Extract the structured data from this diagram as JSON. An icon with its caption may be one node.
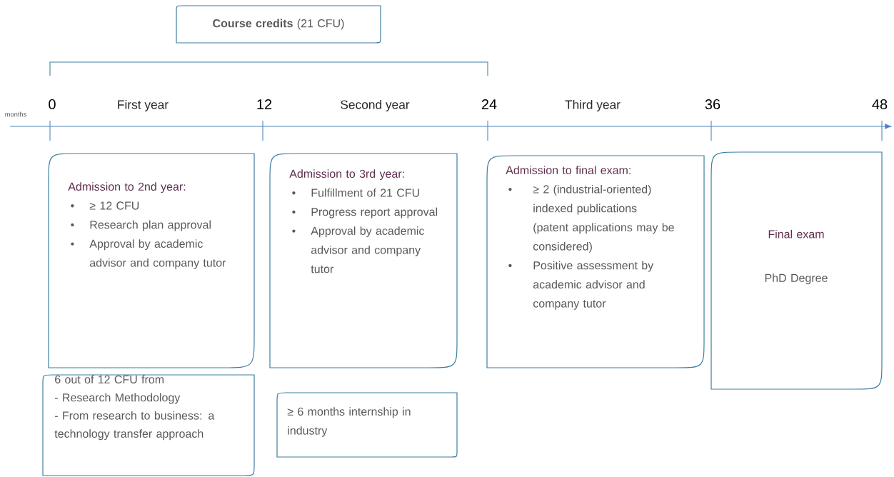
{
  "diagram": {
    "nodes": [
      {
        "text": [
          "**Course credits** (21 CFU)"
        ]
      },
      {
        "text": [
          "Admission to 2nd year:",
          "≥ 12 CFU",
          "Research plan approval",
          "Approval by academic advisor and company tutor"
        ]
      },
      {
        "text": [
          "Admission to 3rd year:",
          "Fulfillment of 21 CFU",
          "Progress report approval",
          "Approval by academic advisor and company tutor"
        ]
      },
      {
        "text": [
          "Admission to final exam:",
          "≥ 2 (industrial-oriented) indexed publications (patent applications may be considered)",
          "Positive assessment by academic advisor and company tutor"
        ]
      },
      {
        "text": [
          "Final exam",
          "PhD Degree"
        ]
      },
      {
        "text": [
          "6 out of 12 CFU from",
          "- Research Methodology",
          "- From research to business: a technology transfer approach"
        ]
      },
      {
        "text": [
          "≥ 6 months internship in industry"
        ]
      }
    ],
    "labels": [
      "months",
      "0",
      "First year",
      "12",
      "Second year",
      "24",
      "Third year",
      "36",
      "48"
    ]
  }
}
